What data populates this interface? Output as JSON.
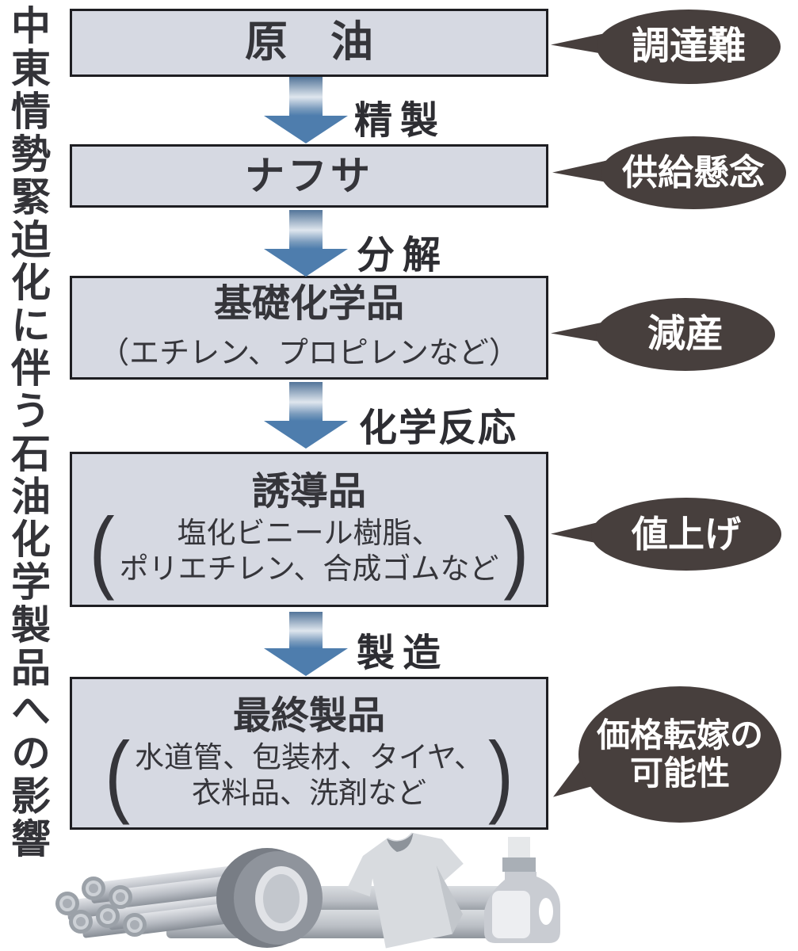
{
  "title": {
    "text": "中東情勢緊迫化に伴う石油化学製品への影響"
  },
  "chars": {
    "paren_open": "(",
    "paren_close": ")"
  },
  "flow": {
    "boxes": [
      {
        "id": "crude-oil",
        "label": "原　油"
      },
      {
        "id": "naphtha",
        "label": "ナフサ"
      },
      {
        "id": "basic-chemicals",
        "label": "基礎化学品",
        "sub": "（エチレン、プロピレンなど）"
      },
      {
        "id": "derivatives",
        "label": "誘導品",
        "paren_lines": [
          "塩化ビニール樹脂、",
          "ポリエチレン、合成ゴムなど"
        ]
      },
      {
        "id": "final-products",
        "label": "最終製品",
        "paren_lines": [
          "水道管、包装材、タイヤ、",
          "衣料品、洗剤など"
        ]
      }
    ],
    "arrows": [
      {
        "label": "精製"
      },
      {
        "label": "分解"
      },
      {
        "label": "化学反応"
      },
      {
        "label": "製造"
      }
    ]
  },
  "callouts": [
    {
      "id": "procurement-difficulty",
      "lines": [
        "調達難"
      ]
    },
    {
      "id": "supply-concern",
      "lines": [
        "供給懸念"
      ]
    },
    {
      "id": "production-cut",
      "lines": [
        "減産"
      ]
    },
    {
      "id": "price-hike",
      "lines": [
        "値上げ"
      ]
    },
    {
      "id": "price-passthrough",
      "lines": [
        "価格転嫁の",
        "可能性"
      ]
    }
  ],
  "illustration": {
    "icons": [
      "pipes-icon",
      "tire-icon",
      "tshirt-icon",
      "detergent-bottle-icon"
    ]
  },
  "colors": {
    "box_fill": "#d6d9e2",
    "box_border": "#1e1e22",
    "arrow_blue": "#4e7dad",
    "callout_fill": "#473f3d",
    "callout_text": "#ffffff",
    "text": "#333338"
  }
}
